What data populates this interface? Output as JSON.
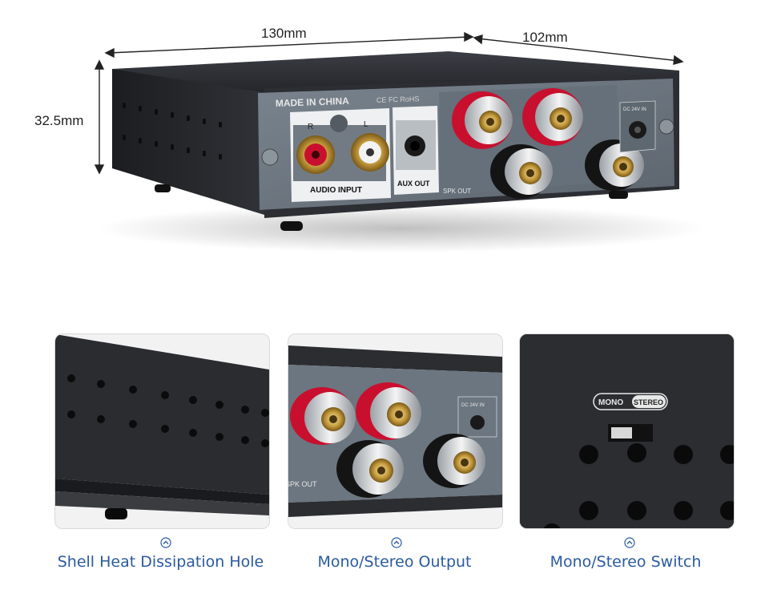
{
  "dimensions": {
    "width": "130mm",
    "depth": "102mm",
    "height": "32.5mm"
  },
  "panel_text": {
    "made_in": "MADE IN CHINA",
    "certs": "CE FC RoHS",
    "audio_input": "AUDIO INPUT",
    "aux_out": "AUX OUT",
    "spk_out": "SPK OUT",
    "channel_r": "R",
    "channel_l": "L",
    "dc_in": "DC 24V IN",
    "mono": "MONO",
    "stereo": "STEREO"
  },
  "captions": [
    "Shell Heat Dissipation Hole",
    "Mono/Stereo Output",
    "Mono/Stereo Switch"
  ],
  "icons": [
    "chevron-up-icon"
  ],
  "colors": {
    "caption": "#2a5aa0",
    "chassis": "#2b2d31",
    "panel": "#6c7680",
    "binding_red": "#c8102e"
  }
}
